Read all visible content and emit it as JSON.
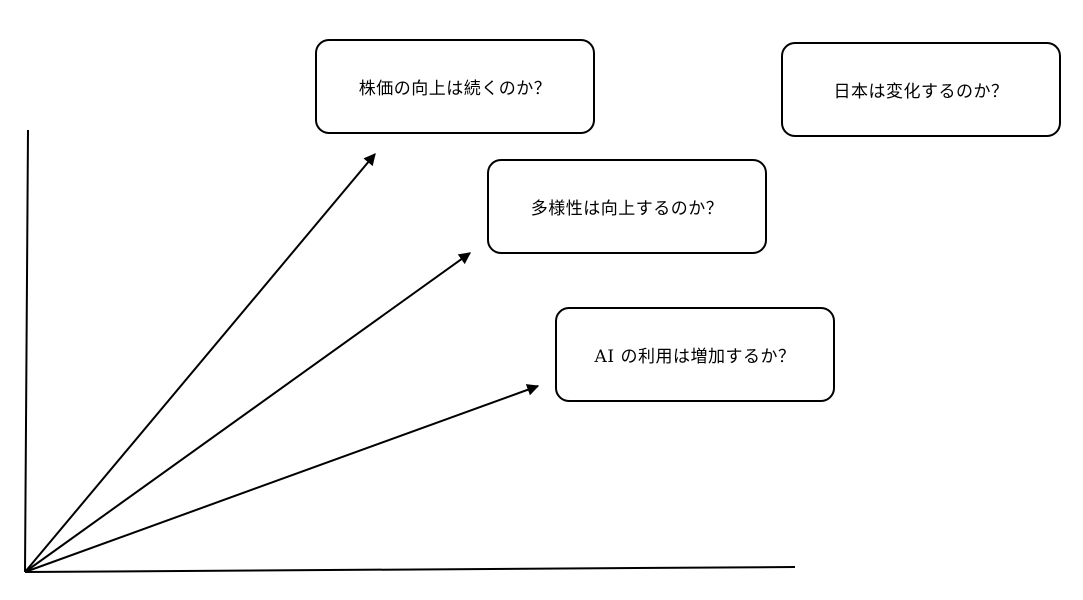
{
  "boxes": {
    "stock_price": "株価の向上は続くのか？",
    "japan_change": "日本は変化するのか？",
    "diversity": "多様性は向上するのか？",
    "ai_usage": "AI の利用は増加するか？"
  },
  "colors": {
    "stroke": "#000000",
    "background": "#ffffff"
  }
}
